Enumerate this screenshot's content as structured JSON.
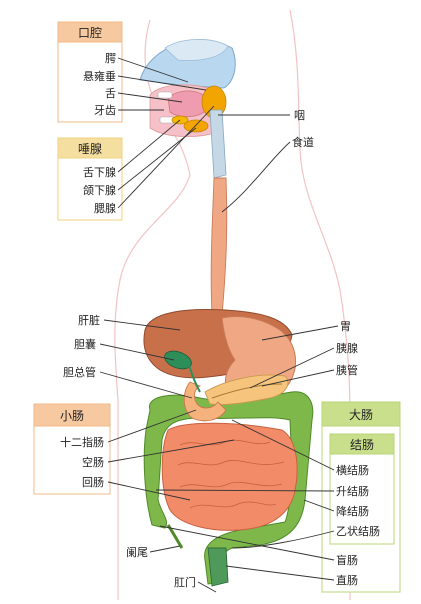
{
  "groups": {
    "oral": "口腔",
    "salivary": "唾腺",
    "small_intestine": "小肠",
    "large_intestine": "大肠",
    "colon": "结肠"
  },
  "labels": {
    "palate": "腭",
    "uvula": "悬雍垂",
    "tongue": "舌",
    "teeth": "牙齿",
    "sublingual_gland": "舌下腺",
    "submandibular_gland": "颌下腺",
    "parotid_gland": "腮腺",
    "pharynx": "咽",
    "esophagus": "食道",
    "liver": "肝脏",
    "gallbladder": "胆囊",
    "common_bile_duct": "胆总管",
    "stomach": "胃",
    "pancreas": "胰腺",
    "pancreatic_duct": "胰管",
    "duodenum": "十二指肠",
    "jejunum": "空肠",
    "ileum": "回肠",
    "transverse_colon": "横结肠",
    "ascending_colon": "升结肠",
    "descending_colon": "降结肠",
    "sigmoid_colon": "乙状结肠",
    "appendix": "阑尾",
    "cecum": "盲肠",
    "rectum": "直肠",
    "anus": "肛门"
  },
  "colors": {
    "oral_box": "#f7c9a0",
    "salivary_box": "#f5dfa0",
    "small_intestine_box": "#f7c9a0",
    "large_intestine_box": "#c9df8c",
    "esophagus": "#f0a884",
    "liver": "#c8704a",
    "stomach": "#f0a884",
    "small_intestine": "#f28b68",
    "large_intestine": "#7fb84a",
    "gallbladder": "#2e8e5a",
    "pancreas": "#f6c47d",
    "palate": "#b9d7ef",
    "salivary": "#f2a400"
  }
}
